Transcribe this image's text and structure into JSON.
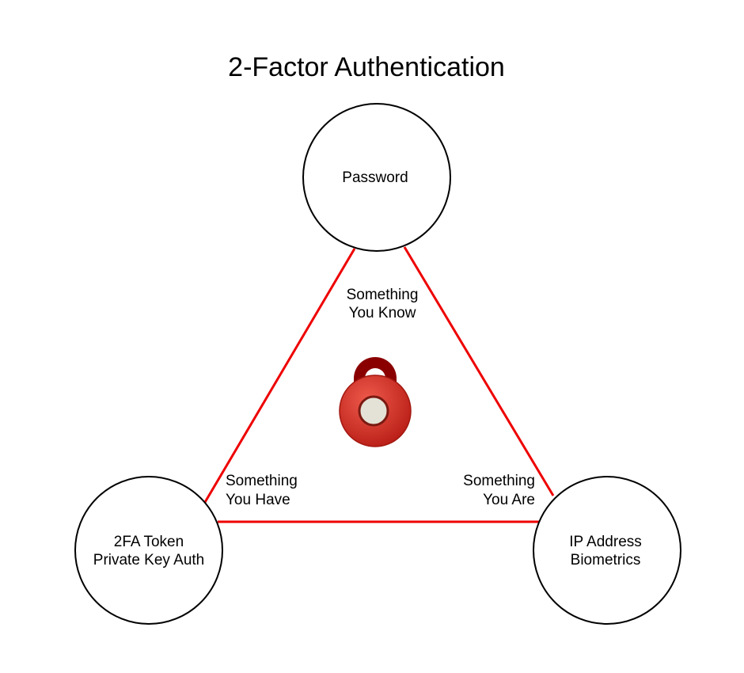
{
  "title": "2-Factor Authentication",
  "nodes": {
    "top": {
      "lines": [
        "Password"
      ]
    },
    "left": {
      "lines": [
        "2FA Token",
        "Private Key Auth"
      ]
    },
    "right": {
      "lines": [
        "IP Address",
        "Biometrics"
      ]
    }
  },
  "edges": {
    "left": {
      "lines": [
        "Something",
        "You Know"
      ]
    },
    "bottom_left": {
      "lines": [
        "Something",
        "You Have"
      ]
    },
    "bottom_right": {
      "lines": [
        "Something",
        "You Are"
      ]
    }
  },
  "colors": {
    "edge": "#ee0000",
    "lock_body": "#d9342b",
    "lock_shackle": "#8a0000",
    "lock_face": "#e4e2d6"
  },
  "icon": "padlock-icon"
}
